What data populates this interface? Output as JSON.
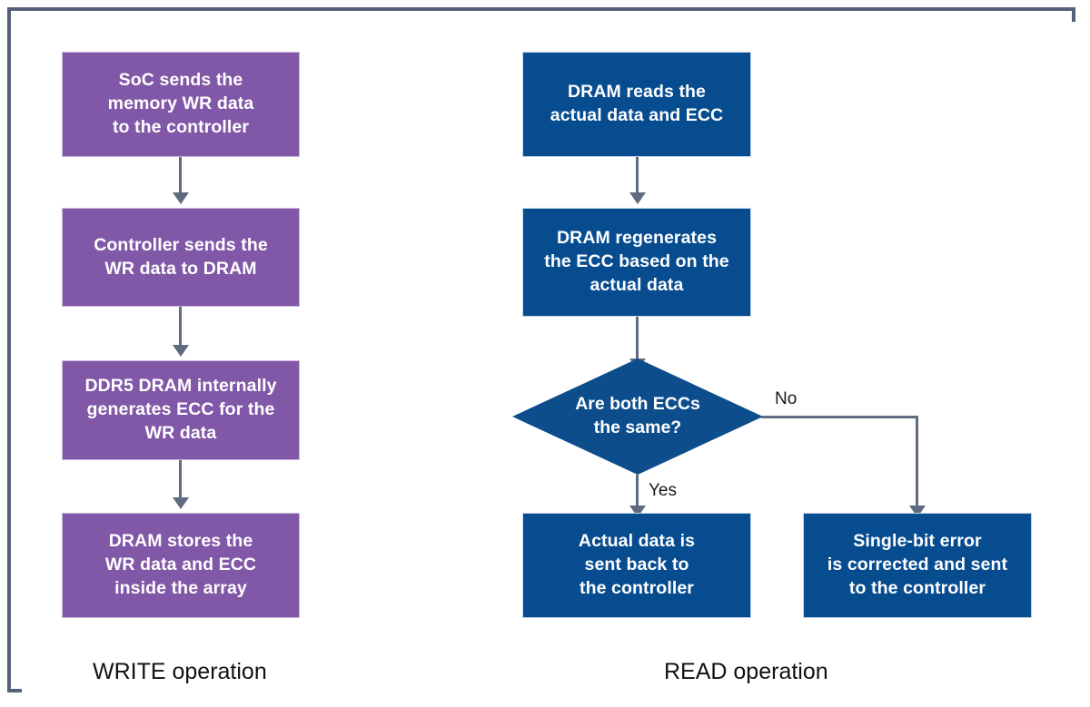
{
  "figure": {
    "frame_color": "#55607a",
    "background": "#ffffff"
  },
  "palette": {
    "write_fill": "#8158a7",
    "read_fill": "#084c90",
    "decision_fill": "#0d4d8c",
    "connector": "#5f6b7e",
    "node_text": "#ffffff",
    "label_text": "#111111"
  },
  "write_flow": {
    "section_label": "WRITE operation",
    "nodes": [
      {
        "id": "w1",
        "text": "SoC sends the\nmemory WR data\nto the controller"
      },
      {
        "id": "w2",
        "text": "Controller sends the\nWR data to DRAM"
      },
      {
        "id": "w3",
        "text": "DDR5 DRAM internally\ngenerates ECC for the\nWR data"
      },
      {
        "id": "w4",
        "text": "DRAM stores the\nWR data and ECC\ninside the array"
      }
    ]
  },
  "read_flow": {
    "section_label": "READ operation",
    "nodes": [
      {
        "id": "r1",
        "text": "DRAM reads the\nactual data and ECC"
      },
      {
        "id": "r2",
        "text": "DRAM regenerates\nthe ECC based on the\nactual data"
      },
      {
        "id": "r4",
        "text": "Actual data is\nsent back to\nthe controller"
      },
      {
        "id": "r5",
        "text": "Single-bit error\nis corrected and sent\nto the controller"
      }
    ],
    "decision": {
      "id": "r3",
      "text": "Are both ECCs\nthe same?"
    },
    "edge_labels": {
      "yes": "Yes",
      "no": "No"
    }
  }
}
